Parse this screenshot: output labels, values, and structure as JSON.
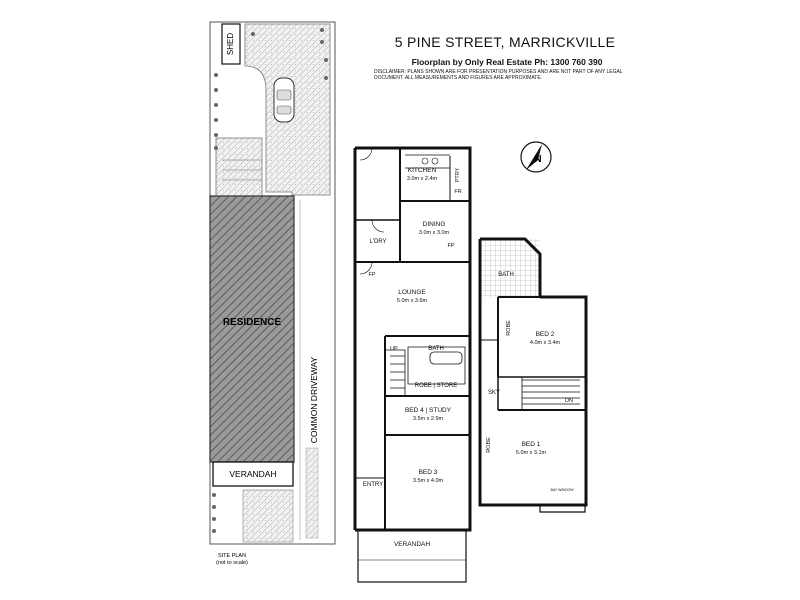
{
  "header": {
    "title": "5 PINE STREET, MARRICKVILLE",
    "subtitle": "Floorplan by Only Real Estate Ph: 1300 760 390",
    "disclaimer": "DISCLAIMER: PLANS SHOWN ARE FOR PRESENTATION PURPOSES AND ARE NOT PART OF ANY LEGAL DOCUMENT. ALL MEASUREMENTS AND FIGURES ARE APPROXIMATE."
  },
  "compass": {
    "label": "N"
  },
  "site_plan": {
    "shed": "SHED",
    "residence": "RESIDENCE",
    "verandah": "VERANDAH",
    "driveway": "COMMON DRIVEWAY",
    "caption_line1": "SITE PLAN",
    "caption_line2": "(not to scale)"
  },
  "ground_floor": {
    "kitchen": {
      "name": "KITCHEN",
      "dims": "3.0m x 2.4m"
    },
    "ptry": "PTRY",
    "fr": "FR",
    "dining": {
      "name": "DINING",
      "dims": "3.0m x 3.0m"
    },
    "ldry": "L'DRY",
    "fp_dining": "FP",
    "fp_lounge": "FP",
    "lounge": {
      "name": "LOUNGE",
      "dims": "5.0m x 3.6m"
    },
    "up": "UP",
    "bath": "BATH",
    "robe_store": "ROBE | STORE",
    "bed4": {
      "name": "BED 4 | STUDY",
      "dims": "3.5m x 2.9m"
    },
    "bed3": {
      "name": "BED 3",
      "dims": "3.5m x 4.0m"
    },
    "entry": "ENTRY",
    "verandah": "VERANDAH"
  },
  "first_floor": {
    "bath": "BATH",
    "robe2": "ROBE",
    "bed2": {
      "name": "BED 2",
      "dims": "4.0m x 3.4m"
    },
    "sky": "SKY",
    "dn": "DN",
    "robe1": "ROBE",
    "bed1": {
      "name": "BED 1",
      "dims": "5.0m x 3.1m"
    },
    "bay_window": "BAY WINDOW"
  }
}
